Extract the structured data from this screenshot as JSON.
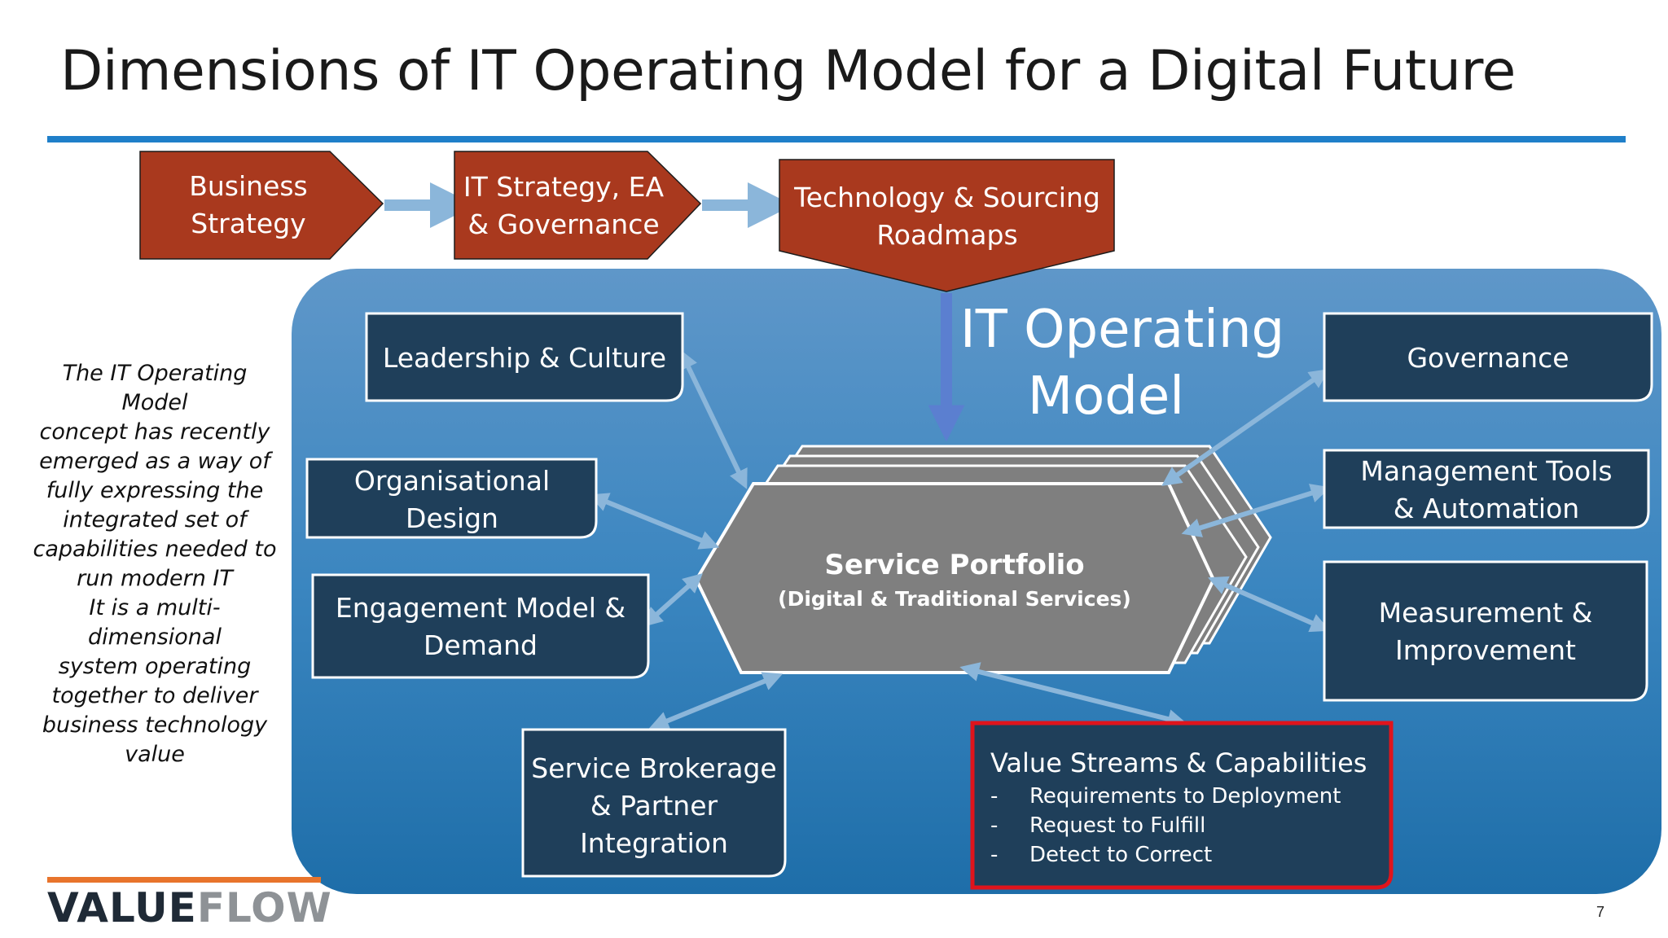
{
  "title": "Dimensions of IT Operating Model for a Digital Future",
  "colors": {
    "accent_blue": "#1f7fc9",
    "flow_orange_red": "#a9391e",
    "box_navy": "#1f3f5a",
    "portfolio_gray": "#7f7f7f",
    "highlight_red": "#e0141c",
    "arrow_light_blue": "#8bb6da"
  },
  "flow": [
    {
      "lines": [
        "Business",
        "Strategy"
      ]
    },
    {
      "lines": [
        "IT Strategy, EA",
        "& Governance"
      ]
    },
    {
      "lines": [
        "Technology & Sourcing",
        "Roadmaps"
      ]
    }
  ],
  "operating_model": {
    "title_lines": [
      "IT Operating",
      "Model"
    ],
    "center": {
      "title": "Service Portfolio",
      "subtitle": "(Digital & Traditional Services)"
    },
    "dimensions": {
      "leadership": [
        "Leadership & Culture"
      ],
      "organisational": [
        "Organisational",
        "Design"
      ],
      "engagement": [
        "Engagement Model &",
        "Demand"
      ],
      "brokerage": [
        "Service Brokerage",
        "& Partner",
        "Integration"
      ],
      "governance": [
        "Governance"
      ],
      "tools": [
        "Management Tools",
        "& Automation"
      ],
      "measurement": [
        "Measurement &",
        "Improvement"
      ]
    },
    "value_streams": {
      "title": "Value Streams & Capabilities",
      "items": [
        "Requirements to Deployment",
        "Request to Fulfill",
        "Detect to Correct"
      ],
      "bullet": "-"
    }
  },
  "sidebar": {
    "para1": [
      "The IT Operating Model",
      "concept has recently",
      "emerged as a way of",
      "fully expressing the",
      "integrated set of",
      "capabilities needed to",
      "run modern IT"
    ],
    "para2": [
      "It is a multi-dimensional",
      "system operating",
      "together to deliver",
      "business technology",
      "value"
    ]
  },
  "logo": {
    "part1": "VALUE",
    "part2": "FLOW"
  },
  "page_number": "7"
}
